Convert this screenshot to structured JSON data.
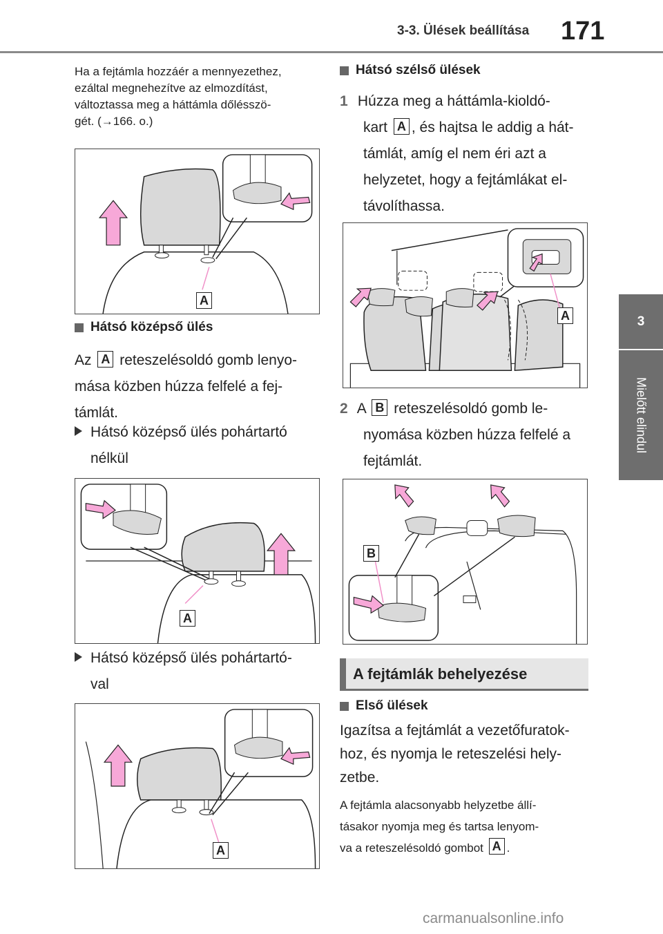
{
  "header": {
    "section": "3-3. Ülések beállítása",
    "page_number": "171"
  },
  "side_tab": {
    "chapter_number": "3",
    "chapter_title": "Mielőtt elindul"
  },
  "left": {
    "note": [
      "Ha a fejtámla hozzáér a mennyezethez,",
      "ezáltal megnehezítve az elmozdítást,",
      "változtassa meg a háttámla dőlésszö-",
      "gét. (→166. o.)"
    ],
    "heading_middle": "Hátsó középső ülés",
    "instr_prefix": "Az",
    "instr_label": "A",
    "instr_line1_rest": "reteszelésoldó gomb lenyo-",
    "instr_line2": "mása közben húzza felfelé a fej-",
    "instr_line3": "támlát.",
    "sub1": [
      "Hátsó középső ülés pohártartó",
      "nélkül"
    ],
    "sub2": [
      "Hátsó középső ülés pohártartó-",
      "val"
    ]
  },
  "right": {
    "heading_outer": "Hátsó szélső ülések",
    "step1_num": "1",
    "step1": {
      "line1": "Húzza meg a háttámla-kioldó-",
      "line2_pre": "kart",
      "label": "A",
      "line2_post": ", és hajtsa le addig a hát-",
      "line3": "támlát, amíg el nem éri azt a",
      "line4": "helyzetet, hogy a fejtámlákat el-",
      "line5": "távolíthassa."
    },
    "step2_num": "2",
    "step2": {
      "pre": "A",
      "label": "B",
      "line1_rest": "reteszelésoldó gomb le-",
      "line2": "nyomása közben húzza felfelé a",
      "line3": "fejtámlát."
    },
    "section_title": "A fejtámlák behelyezése",
    "heading_front": "Első ülések",
    "front_body": [
      "Igazítsa a fejtámlát a vezetőfuratok-",
      "hoz, és nyomja le reteszelési hely-",
      "zetbe."
    ],
    "front_note_line1": "A fejtámla alacsonyabb helyzetbe állí-",
    "front_note_line2": "tásakor nyomja meg és tartsa lenyom-",
    "front_note_line3_pre": "va a reteszelésoldó gombot",
    "front_note_label": "A",
    "front_note_post": "."
  },
  "figure_labels": {
    "fig1": "A",
    "fig2": "A",
    "fig3": "A",
    "fig4": "A",
    "fig5": "B"
  },
  "watermark": "carmanualsonline.info",
  "colors": {
    "arrow_pink": "#f7a8d8",
    "tab_gray": "#6e6e6e",
    "seat_gray": "#d9d9d9"
  }
}
